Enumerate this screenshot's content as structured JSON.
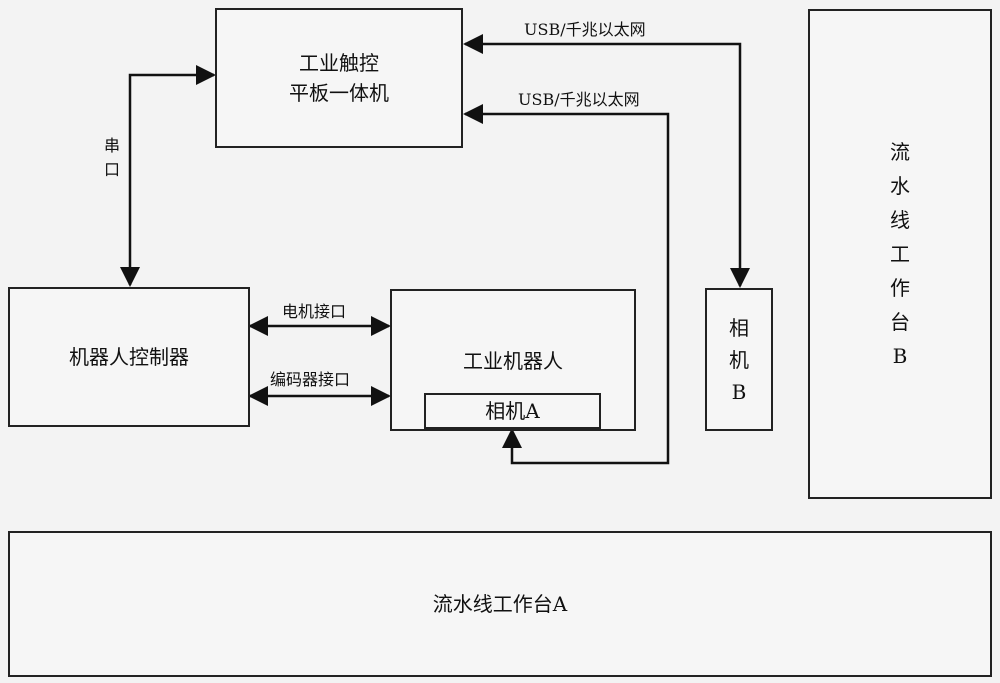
{
  "nodes": {
    "tablet_line1": "工业触控",
    "tablet_line2": "平板一体机",
    "controller": "机器人控制器",
    "robot": "工业机器人",
    "camera_a": "相机A",
    "camera_b_chars": [
      "相",
      "机",
      "B"
    ],
    "workbench_b_chars": [
      "流",
      "水",
      "线",
      "工",
      "作",
      "台",
      "B"
    ],
    "workbench_a": "流水线工作台A"
  },
  "links": {
    "usb_top": "USB/千兆以太网",
    "usb_mid": "USB/千兆以太网",
    "serial_chars": [
      "串",
      "口"
    ],
    "motor_interface": "电机接口",
    "encoder_interface": "编码器接口"
  }
}
